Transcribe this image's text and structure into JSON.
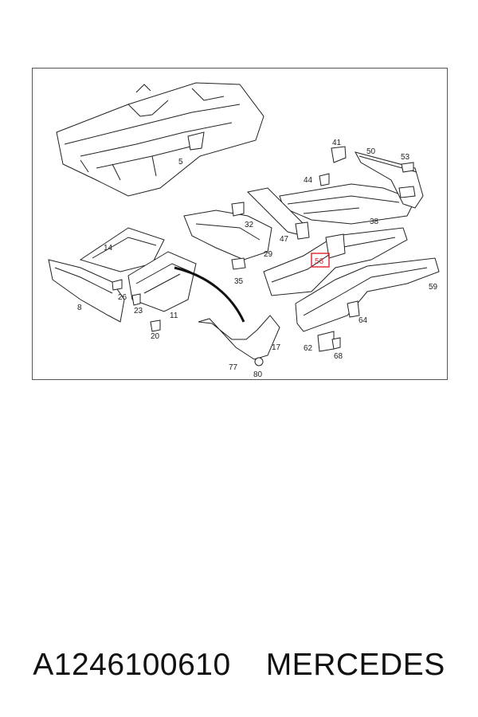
{
  "diagram": {
    "parts": [
      "5",
      "8",
      "11",
      "14",
      "17",
      "20",
      "23",
      "26",
      "29",
      "32",
      "35",
      "38",
      "41",
      "44",
      "47",
      "50",
      "53",
      "56",
      "59",
      "62",
      "64",
      "68",
      "77",
      "80"
    ],
    "highlighted_part": "56",
    "highlight_color": "#e0202a"
  },
  "caption": {
    "part_number": "A1246100610",
    "brand": "MERCEDES"
  }
}
